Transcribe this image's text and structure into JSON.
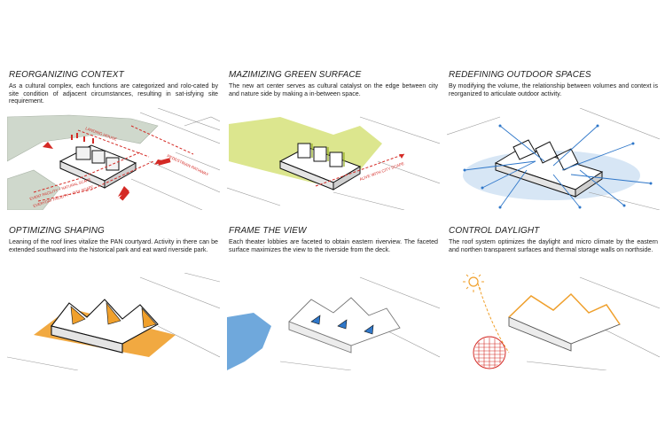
{
  "panels": [
    {
      "title": "REORGANIZING CONTEXT",
      "description": "As a cultural complex, each functions are categorized and rolo-cated by site condition of adjacent circumstances, resulting in sat-isfying site requirement.",
      "labels": [
        "LANDING HOUSE",
        "PEDESTRIAN PATHWAY",
        "EVENT FACILITY + NATURAL SCAPE",
        "EVERYDAY FACILITY + CITY SCAPE"
      ]
    },
    {
      "title": "MAZIMIZING GREEN SURFACE",
      "description": "The new art center serves as cultural catalyst on the edge between city and nature side by making a in-between space.",
      "labels": [
        "ALIVE WITH CITY SCAPE"
      ]
    },
    {
      "title": "REDEFINING OUTDOOR SPACES",
      "description": "By modifying the volume, the relationship between volumes and context is reorganized to articulate outdoor activity.",
      "labels": []
    },
    {
      "title": "OPTIMIZING SHAPING",
      "description": "Leaning of the roof lines vitalize the PAN courtyard. Activity in there can be extended southward into the historical park and eat ward riverside park.",
      "labels": []
    },
    {
      "title": "FRAME THE VIEW",
      "description": "Each theater lobbies are faceted to obtain eastern riverview. The faceted surface maximizes the view to the riverside from the deck.",
      "labels": []
    },
    {
      "title": "CONTROL DAYLIGHT",
      "description": "The roof system optimizes the daylight and micro climate by the eastern and northen transparent surfaces and thermal storage walls on northside.",
      "labels": []
    }
  ],
  "colors": {
    "red": "#d42a25",
    "green": "#d6e27a",
    "orange": "#f0a02c",
    "blue": "#2f77c9",
    "water": "#6fa8dc",
    "park": "#cfd8cc"
  }
}
